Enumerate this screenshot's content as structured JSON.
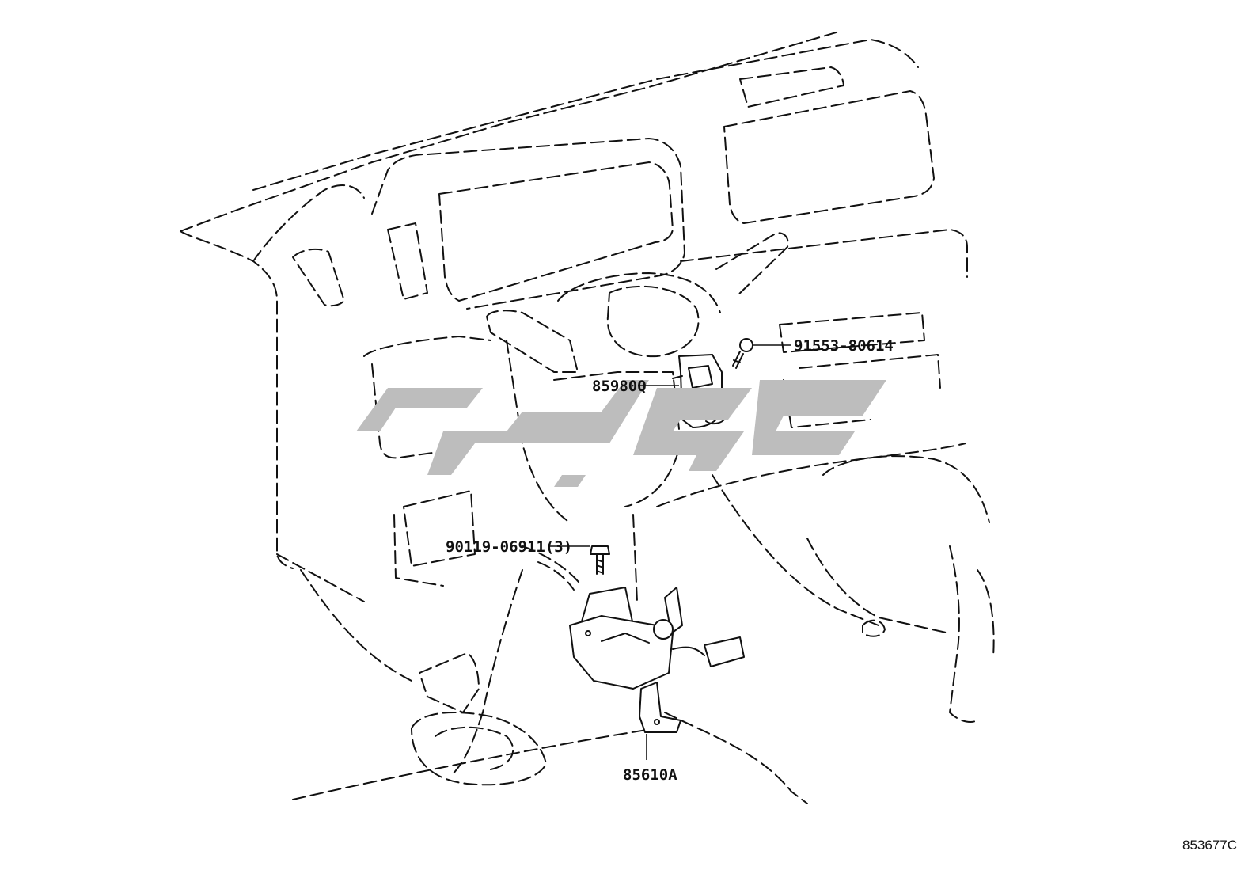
{
  "figure": {
    "number": "853677C"
  },
  "callouts": [
    {
      "id": "c1",
      "part_number": "91553-80614"
    },
    {
      "id": "c2",
      "part_number": "85980Q"
    },
    {
      "id": "c3",
      "part_number": "90119-06911(3)"
    },
    {
      "id": "c4",
      "part_number": "85610A"
    }
  ],
  "watermark": {
    "text": "",
    "color": "#bdbdbd"
  }
}
